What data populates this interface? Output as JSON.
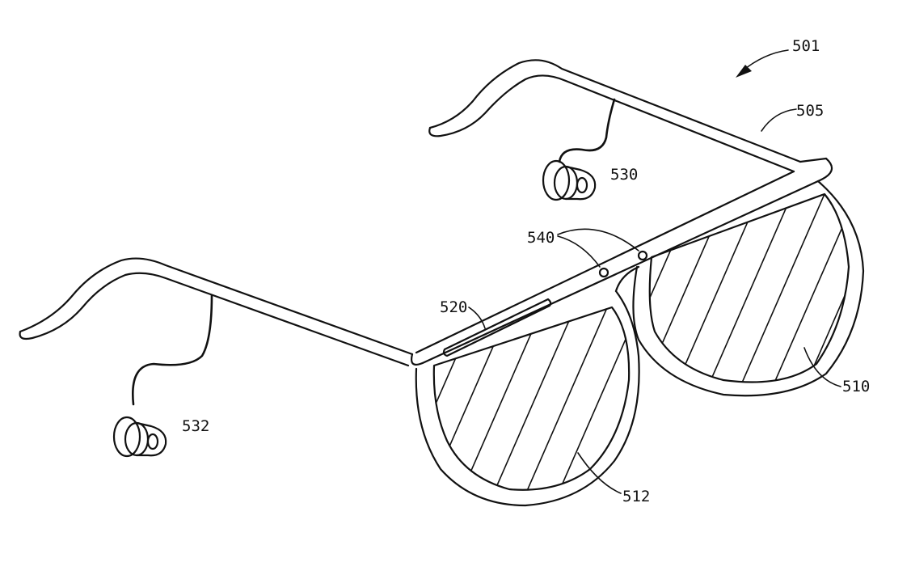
{
  "labels": {
    "ref_501": "501",
    "ref_505": "505",
    "ref_530": "530",
    "ref_540": "540",
    "ref_520": "520",
    "ref_532": "532",
    "ref_510": "510",
    "ref_512": "512"
  }
}
